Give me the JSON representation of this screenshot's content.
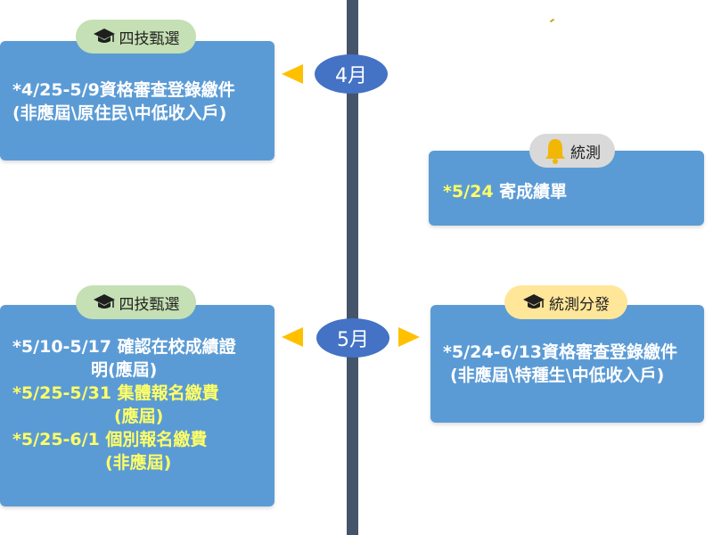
{
  "months": {
    "april": "4月",
    "may": "5月"
  },
  "cards": {
    "april_four_year": {
      "tag": "四技甄選",
      "lines": [
        "*4/25-5/9資格審查登錄繳件",
        "(非應屆\\原住民\\中低收入戶)"
      ]
    },
    "unified_exam": {
      "tag": "統測",
      "date": "*5/24",
      "text": " 寄成績單"
    },
    "may_four_year": {
      "tag": "四技甄選",
      "items": [
        {
          "date": "*5/10-5/17",
          "text": " 確認在校成績證",
          "cont": "明(應屆)"
        },
        {
          "date": "*5/25-5/31",
          "text": " 集體報名繳費",
          "cont": "(應屆)"
        },
        {
          "date": "*5/25-6/1",
          "text": " 個別報名繳費",
          "cont": "(非應屆)"
        }
      ]
    },
    "exam_allocation": {
      "tag": "統測分發",
      "lines": [
        "*5/24-6/13資格審查登錄繳件",
        "(非應屆\\特種生\\中低收入戶)"
      ]
    }
  },
  "colors": {
    "axis": "#44546a",
    "month_bubble": "#4472c4",
    "card": "#5b9bd5",
    "arrow": "#ffc000",
    "highlight_text": "#ffff66",
    "tag_green": "#c5e0b4",
    "tag_grey": "#d9d9d9",
    "tag_yellow": "#ffe699"
  },
  "icons": {
    "four_year_tag": "graduation-cap-icon",
    "unified_exam_tag": "bell-icon",
    "allocation_tag": "graduation-cap-icon"
  }
}
